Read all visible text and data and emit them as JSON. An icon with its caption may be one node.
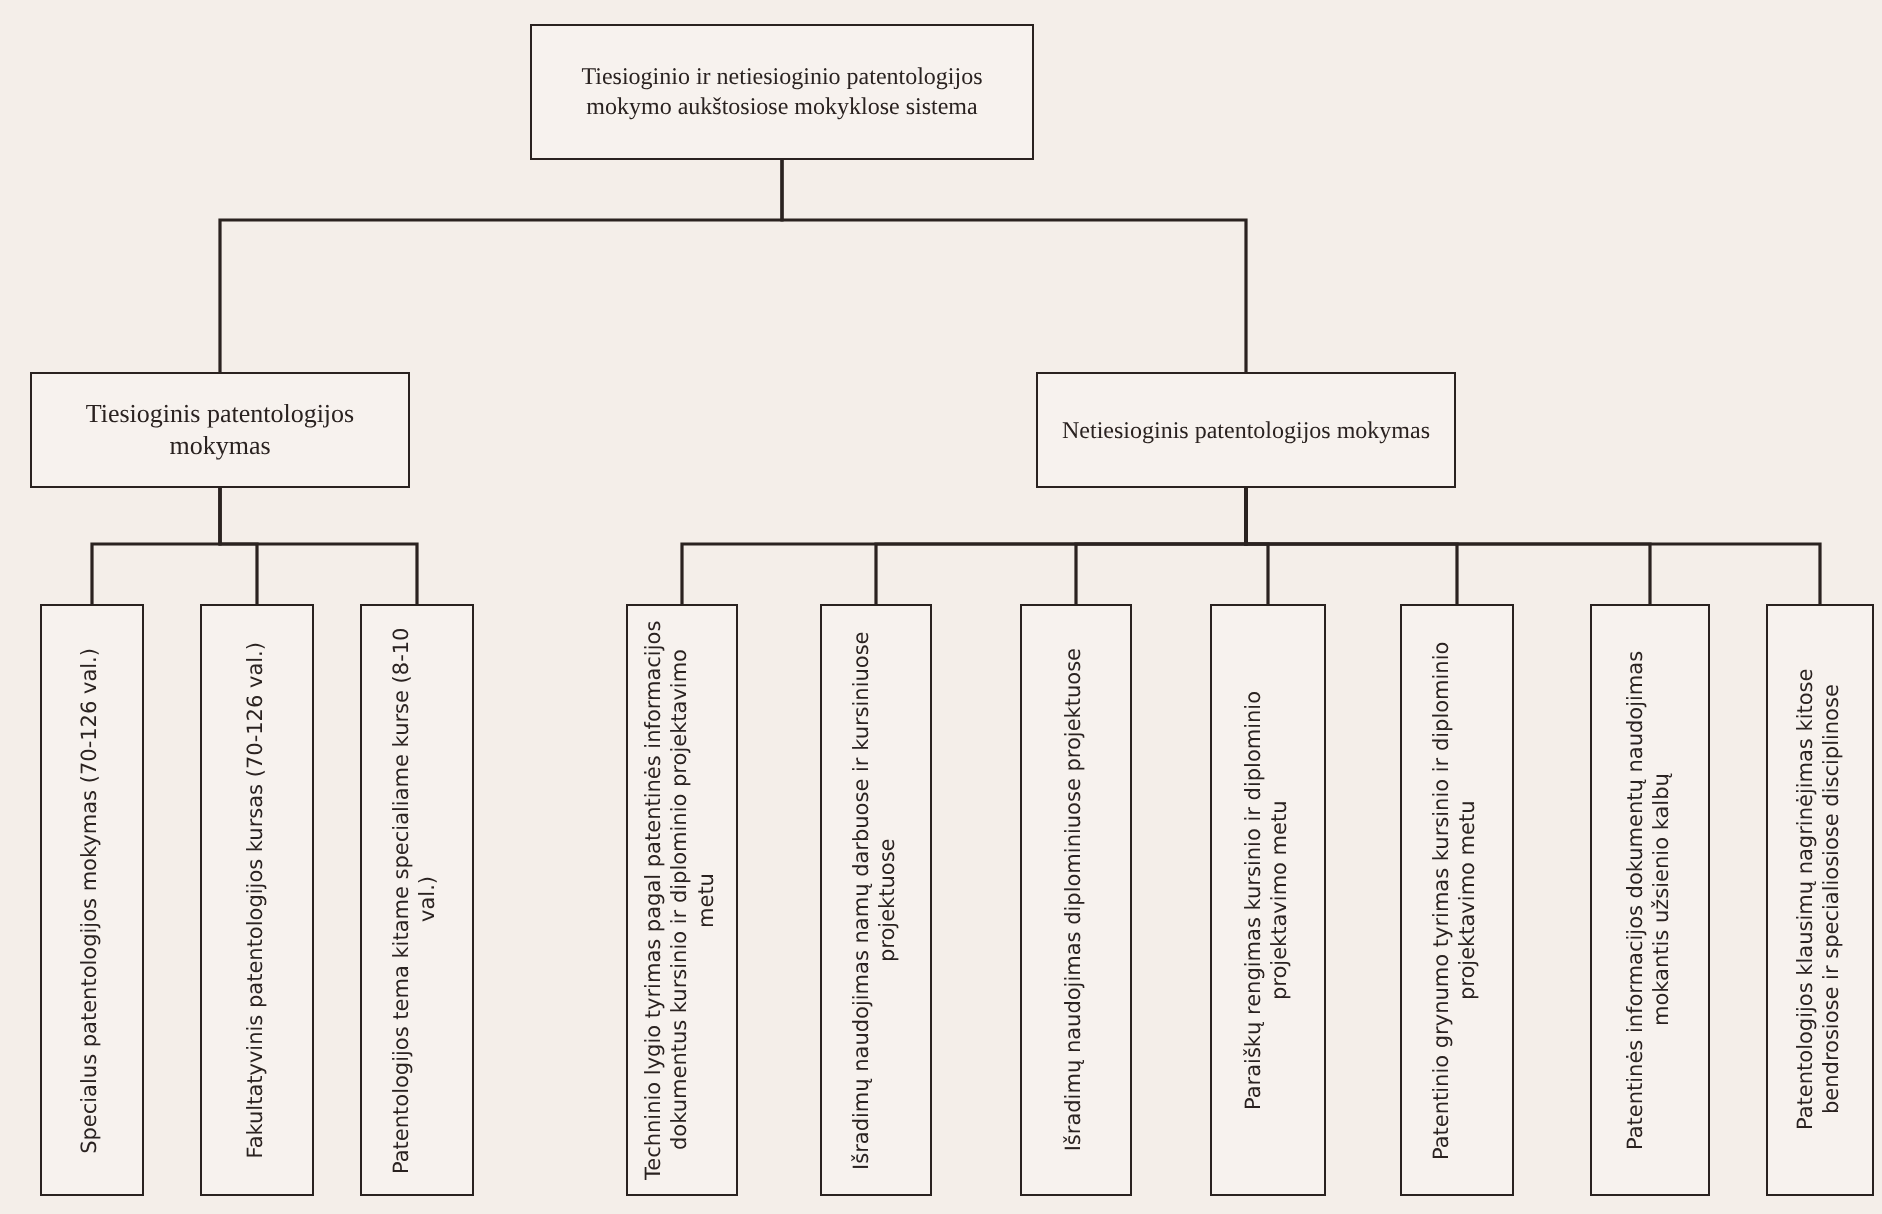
{
  "diagram": {
    "nodes": [
      {
        "text": [
          "Tiesioginio ir netiesioginio patentologijos mokymo aukštosiose mokyklose sistema"
        ]
      },
      {
        "text": [
          "Tiesioginis patentologijos mokymas"
        ]
      },
      {
        "text": [
          "Netiesioginis patentologijos mokymas"
        ]
      },
      {
        "text": [
          "Specialus patentologijos mokymas (70-126 val.)"
        ]
      },
      {
        "text": [
          "Fakultatyvinis patentologijos kursas (70-126 val.)"
        ]
      },
      {
        "text": [
          "Patentologijos tema kitame specialiame kurse (8-10 val.)"
        ]
      },
      {
        "text": [
          "Techninio lygio tyrimas pagal patentinės informacijos dokumentus kursinio ir diplominio projektavimo metu"
        ]
      },
      {
        "text": [
          "Išradimų naudojimas namų darbuose ir kursiniuose projektuose"
        ]
      },
      {
        "text": [
          "Išradimų naudojimas diplominiuose projektuose"
        ]
      },
      {
        "text": [
          "Paraiškų rengimas kursinio ir diplominio projektavimo metu"
        ]
      },
      {
        "text": [
          "Patentinio grynumo tyrimas kursinio ir diplominio projektavimo metu"
        ]
      },
      {
        "text": [
          "Patentinės informacijos dokumentų naudojimas mokantis užsienio kalbų"
        ]
      },
      {
        "text": [
          "Patentologijos klausimų nagrinėjimas kitose bendrosiose ir specialiosiose disciplinose"
        ]
      }
    ],
    "edges": [
      {
        "from": 0,
        "to": 1,
        "arrow": "none"
      },
      {
        "from": 0,
        "to": 2,
        "arrow": "none"
      },
      {
        "from": 1,
        "to": 3,
        "arrow": "none"
      },
      {
        "from": 1,
        "to": 4,
        "arrow": "none"
      },
      {
        "from": 1,
        "to": 5,
        "arrow": "none"
      },
      {
        "from": 2,
        "to": 6,
        "arrow": "none"
      },
      {
        "from": 2,
        "to": 7,
        "arrow": "none"
      },
      {
        "from": 2,
        "to": 8,
        "arrow": "none"
      },
      {
        "from": 2,
        "to": 9,
        "arrow": "none"
      },
      {
        "from": 2,
        "to": 10,
        "arrow": "none"
      },
      {
        "from": 2,
        "to": 11,
        "arrow": "none"
      },
      {
        "from": 2,
        "to": 12,
        "arrow": "none"
      }
    ]
  }
}
